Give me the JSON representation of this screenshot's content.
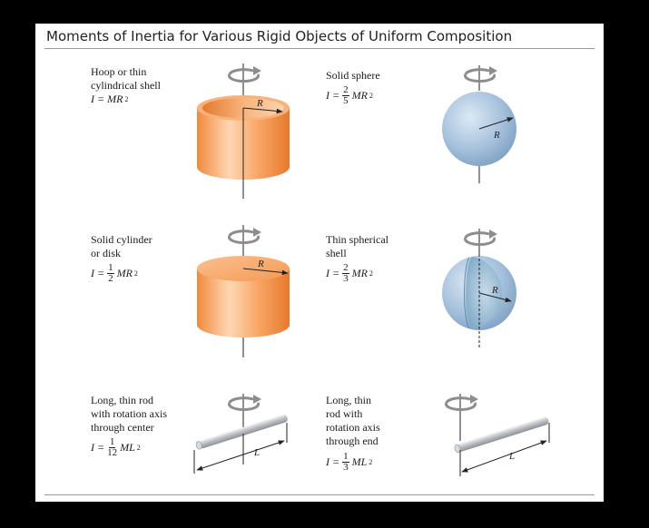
{
  "title": "Moments of Inertia for Various Rigid Objects of Uniform Composition",
  "objects": [
    {
      "label_lines": [
        "Hoop or thin",
        "cylindrical shell"
      ],
      "formula": {
        "prefix": "I = MR",
        "exp": "2"
      },
      "dimension_label": "R",
      "shape": "hoop",
      "color": "#f6a15e"
    },
    {
      "label_lines": [
        "Solid sphere"
      ],
      "formula": {
        "prefix": "I =",
        "num": "2",
        "den": "5",
        "suffix": "MR",
        "exp": "2"
      },
      "dimension_label": "R",
      "shape": "sphere",
      "color": "#a9c4de"
    },
    {
      "label_lines": [
        "Solid cylinder",
        "or disk"
      ],
      "formula": {
        "prefix": "I =",
        "num": "1",
        "den": "2",
        "suffix": "MR",
        "exp": "2"
      },
      "dimension_label": "R",
      "shape": "cylinder",
      "color": "#f6a15e"
    },
    {
      "label_lines": [
        "Thin spherical",
        "shell"
      ],
      "formula": {
        "prefix": "I =",
        "num": "2",
        "den": "3",
        "suffix": "MR",
        "exp": "2"
      },
      "dimension_label": "R",
      "shape": "spherical-shell",
      "color": "#a9c4de"
    },
    {
      "label_lines": [
        "Long, thin rod",
        "with rotation axis",
        "through center"
      ],
      "formula": {
        "prefix": "I =",
        "num": "1",
        "den": "12",
        "suffix": "ML",
        "exp": "2"
      },
      "dimension_label": "L",
      "shape": "rod-center",
      "color": "#c9ccd0"
    },
    {
      "label_lines": [
        "Long, thin",
        "rod with",
        "rotation axis",
        "through end"
      ],
      "formula": {
        "prefix": "I =",
        "num": "1",
        "den": "3",
        "suffix": "ML",
        "exp": "2"
      },
      "dimension_label": "L",
      "shape": "rod-end",
      "color": "#c9ccd0"
    }
  ]
}
